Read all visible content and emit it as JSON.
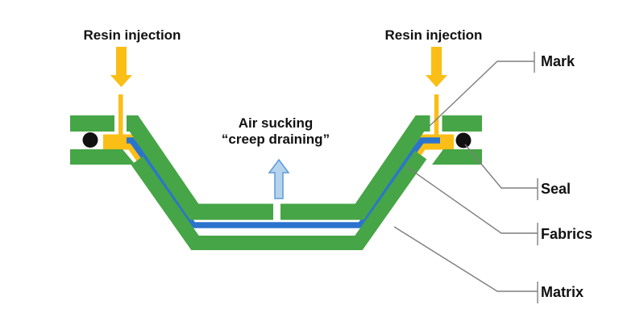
{
  "diagram": {
    "title_hint": "Resin injection / vacuum infusion mold cross-section",
    "annotations": {
      "resin_injection_left": "Resin injection",
      "resin_injection_right": "Resin injection",
      "air_sucking_line1": "Air sucking",
      "air_sucking_line2": "“creep draining”"
    },
    "part_labels": {
      "mark": "Mark",
      "seal": "Seal",
      "fabrics": "Fabrics",
      "matrix": "Matrix"
    },
    "colors": {
      "mold_green": "#46A546",
      "resin_yellow": "#FBBE16",
      "fabric_blue": "#2B74CE",
      "air_arrow_fill": "#B5D3ED",
      "air_arrow_border": "#5B9BD5",
      "seal_black": "#111111",
      "leader_gray": "#7F7F7F",
      "text_black": "#111111"
    }
  }
}
